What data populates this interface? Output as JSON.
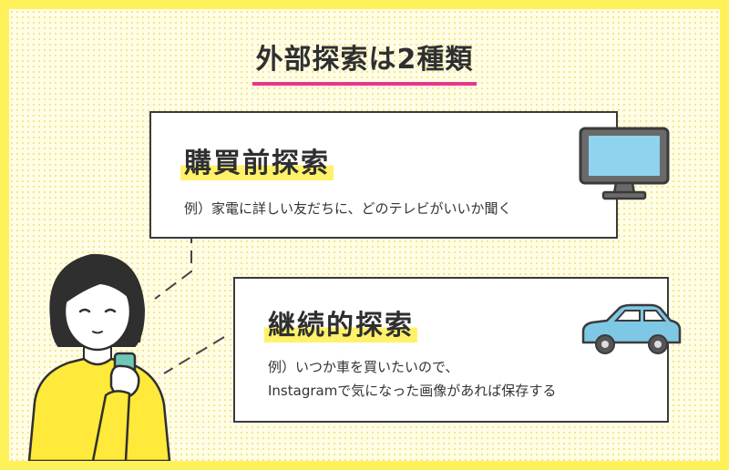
{
  "heading": "外部探索は2種類",
  "cards": [
    {
      "title": "購買前探索",
      "lines": [
        "例）家電に詳しい友だちに、どのテレビがいいか聞く"
      ],
      "icon": "tv-icon"
    },
    {
      "title": "継続的探索",
      "lines": [
        "例）いつか車を買いたいので、",
        "Instagramで気になった画像があれば保存する"
      ],
      "icon": "car-icon"
    }
  ],
  "colors": {
    "border": "#fff15a",
    "underline": "#e8368a",
    "highlight": "#fff26a",
    "sweater": "#ffe93a",
    "car": "#7ec8e6",
    "phone": "#6fc7b7",
    "tv_screen": "#8fd3ee"
  }
}
